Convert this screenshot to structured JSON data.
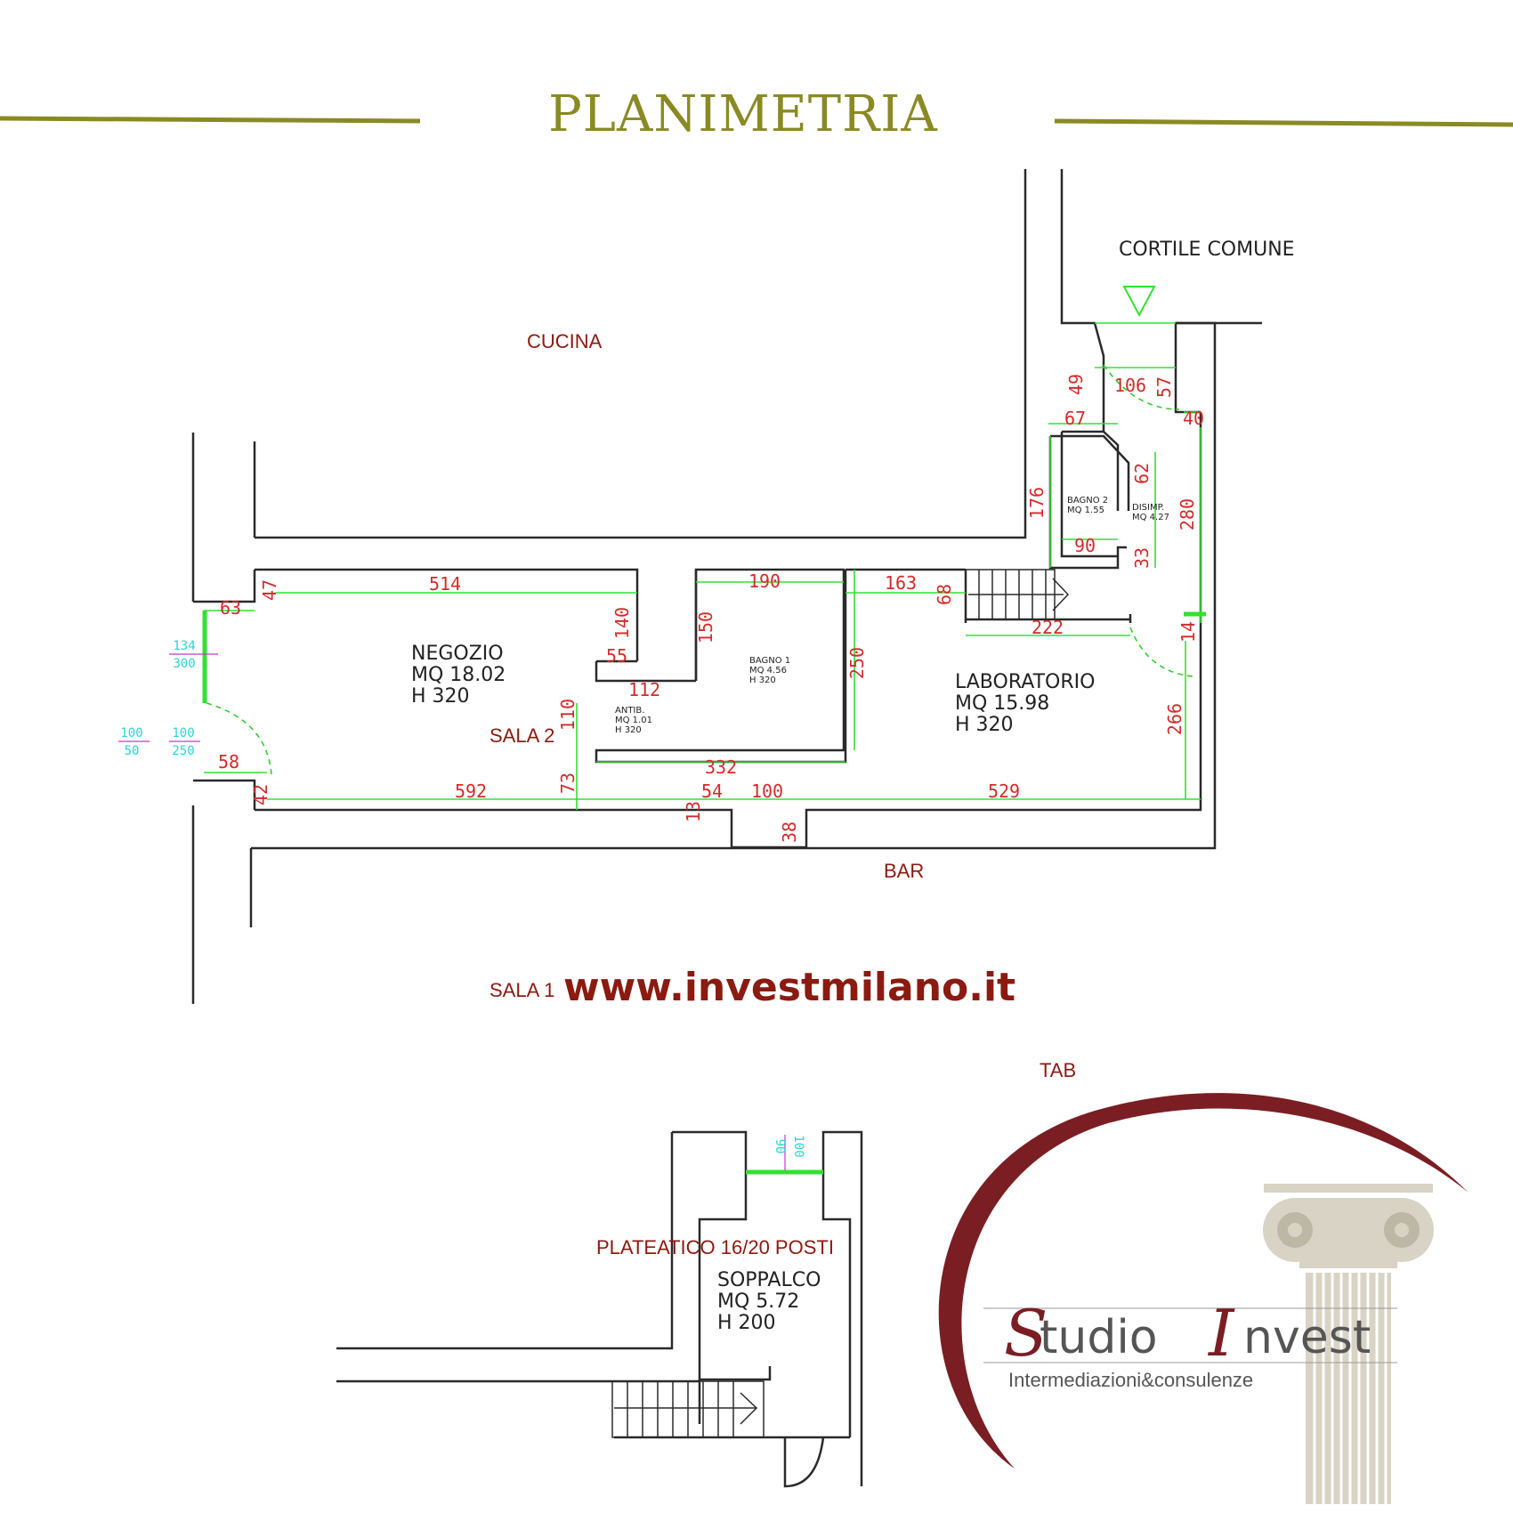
{
  "title": "PLANIMETRIA",
  "colors": {
    "title_gold": "#8a8a24",
    "dimension_red": "#d42a2a",
    "label_red": "#8b1a10",
    "cad_green": "#33e033",
    "logo_burgundy": "#7a1e24"
  },
  "areas": {
    "cucina": "CUCINA",
    "cortile": "CORTILE COMUNE",
    "bar": "BAR",
    "sala1": "SALA 1",
    "sala2": "SALA 2",
    "tab": "TAB",
    "plateatico": "PLATEATICO 16/20 POSTI"
  },
  "rooms": {
    "negozio": {
      "name": "NEGOZIO",
      "mq": "MQ 18.02",
      "h": "H 320"
    },
    "laboratorio": {
      "name": "LABORATORIO",
      "mq": "MQ 15.98",
      "h": "H 320"
    },
    "bagno1": {
      "name": "BAGNO 1",
      "mq": "MQ 4.56",
      "h": "H 320"
    },
    "bagno2": {
      "name": "BAGNO 2",
      "mq": "MQ 1.55"
    },
    "disimp": {
      "name": "DISIMP.",
      "mq": "MQ 4.27"
    },
    "antib": {
      "name": "ANTIB.",
      "mq": "MQ 1.01",
      "h": "H 320"
    },
    "soppalco": {
      "name": "SOPPALCO",
      "mq": "MQ 5.72",
      "h": "H 200"
    }
  },
  "dimensions": {
    "d514": "514",
    "d47": "47",
    "d63": "63",
    "d140": "140",
    "d55": "55",
    "d112": "112",
    "d150": "150",
    "d190": "190",
    "d250": "250",
    "d110": "110",
    "d332": "332",
    "d73": "73",
    "d163": "163",
    "d68": "68",
    "d222": "222",
    "d14": "14",
    "d266": "266",
    "d280": "280",
    "d40": "40",
    "d57": "57",
    "d106": "106",
    "d49": "49",
    "d67": "67",
    "d62": "62",
    "d176": "176",
    "d90": "90",
    "d33": "33",
    "d592": "592",
    "d42": "42",
    "d58": "58",
    "d54": "54",
    "d100": "100",
    "d529": "529",
    "d13": "13",
    "d38": "38"
  },
  "window_labels": {
    "w134": "134",
    "w300": "300",
    "w100a": "100",
    "w50": "50",
    "w100b": "100",
    "w250": "250",
    "w100c": "100",
    "w90": "90"
  },
  "website": "www.investmilano.it",
  "logo": {
    "s_initial": "S",
    "word1": "tudio",
    "i_initial": "I",
    "word2": "nvest",
    "tagline": "Intermediazioni&consulenze"
  }
}
